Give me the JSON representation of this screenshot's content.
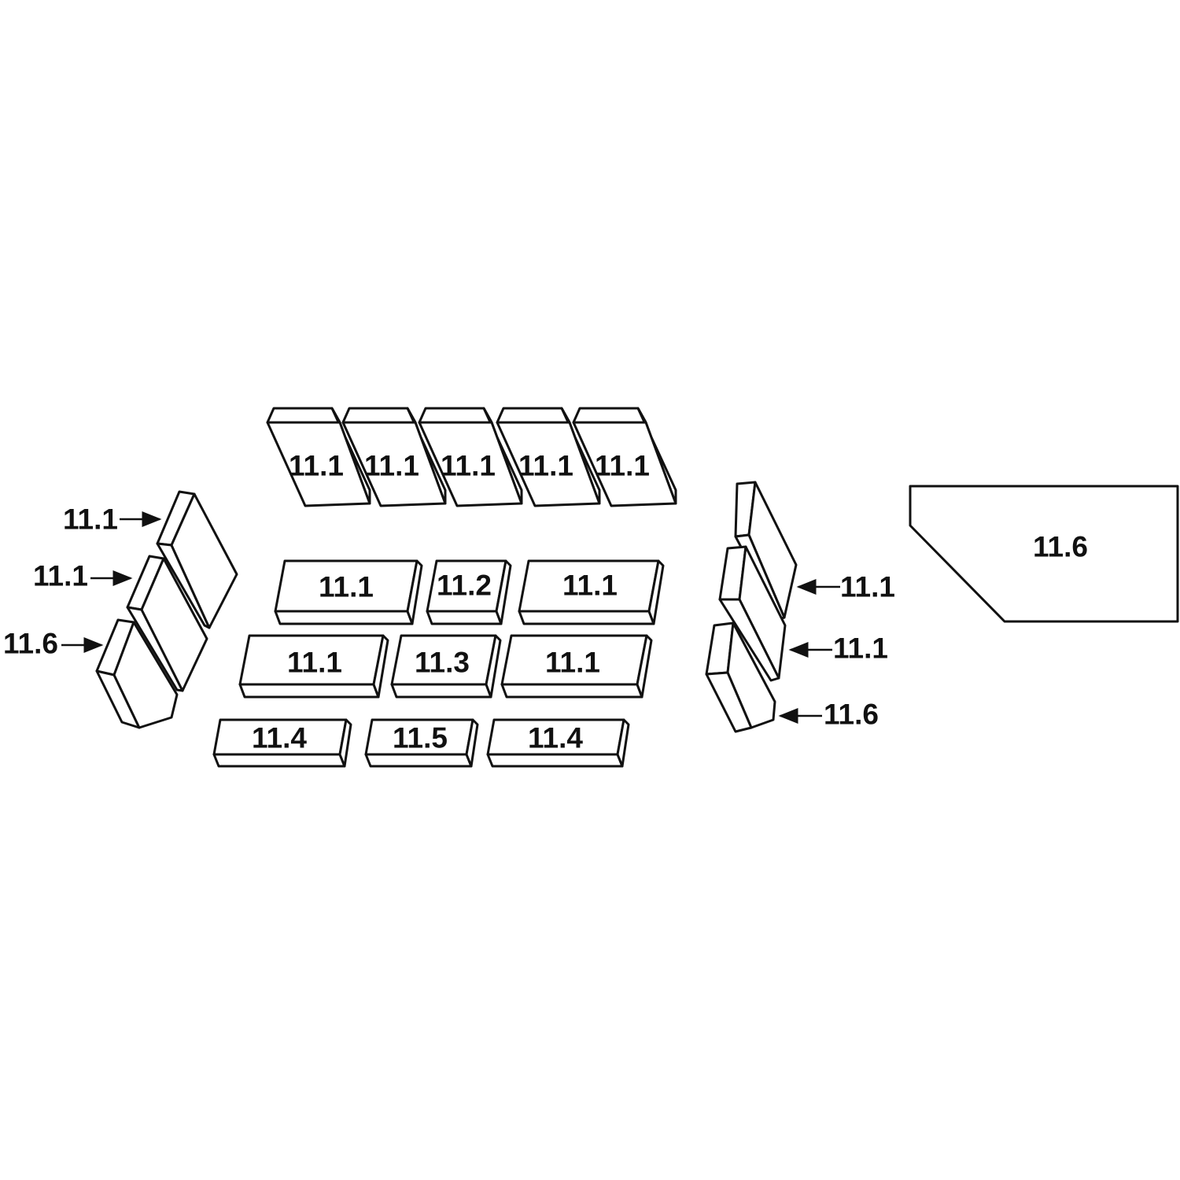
{
  "colors": {
    "line": "#111111",
    "background": "#ffffff"
  },
  "top_row": {
    "labels": [
      "11.1",
      "11.1",
      "11.1",
      "11.1",
      "11.1"
    ]
  },
  "center_grid": {
    "row1": [
      "11.1",
      "11.2",
      "11.1"
    ],
    "row2": [
      "11.1",
      "11.3",
      "11.1"
    ],
    "row3": [
      "11.4",
      "11.5",
      "11.4"
    ]
  },
  "left_stack": {
    "callouts": [
      "11.1",
      "11.1",
      "11.6"
    ]
  },
  "right_stack": {
    "callouts": [
      "11.1",
      "11.1",
      "11.6"
    ]
  },
  "side_panel": {
    "label": "11.6"
  }
}
